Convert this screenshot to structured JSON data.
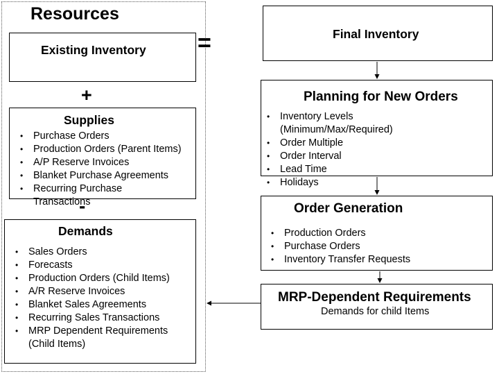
{
  "resources": {
    "title": "Resources"
  },
  "symbols": {
    "equals": "=",
    "plus": "+",
    "minus": "-"
  },
  "existing_inventory": {
    "title": "Existing Inventory"
  },
  "supplies": {
    "title": "Supplies",
    "items": [
      "Purchase Orders",
      "Production Orders (Parent Items)",
      "A/P Reserve Invoices",
      "Blanket Purchase Agreements",
      "Recurring Purchase Transactions"
    ]
  },
  "demands": {
    "title": "Demands",
    "items": [
      "Sales Orders",
      "Forecasts",
      "Production Orders (Child Items)",
      "A/R Reserve Invoices",
      "Blanket Sales Agreements",
      "Recurring Sales Transactions",
      "MRP Dependent Requirements (Child Items)"
    ]
  },
  "final_inventory": {
    "title": "Final Inventory"
  },
  "planning": {
    "title": "Planning for New Orders",
    "items": [
      "Inventory Levels (Minimum/Max/Required)",
      "Order Multiple",
      "Order Interval",
      "Lead Time",
      "Holidays"
    ]
  },
  "order_generation": {
    "title": "Order Generation",
    "items": [
      "Production Orders",
      "Purchase Orders",
      "Inventory Transfer Requests"
    ]
  },
  "mrp": {
    "title": "MRP-Dependent Requirements",
    "subtitle": "Demands for child Items"
  }
}
